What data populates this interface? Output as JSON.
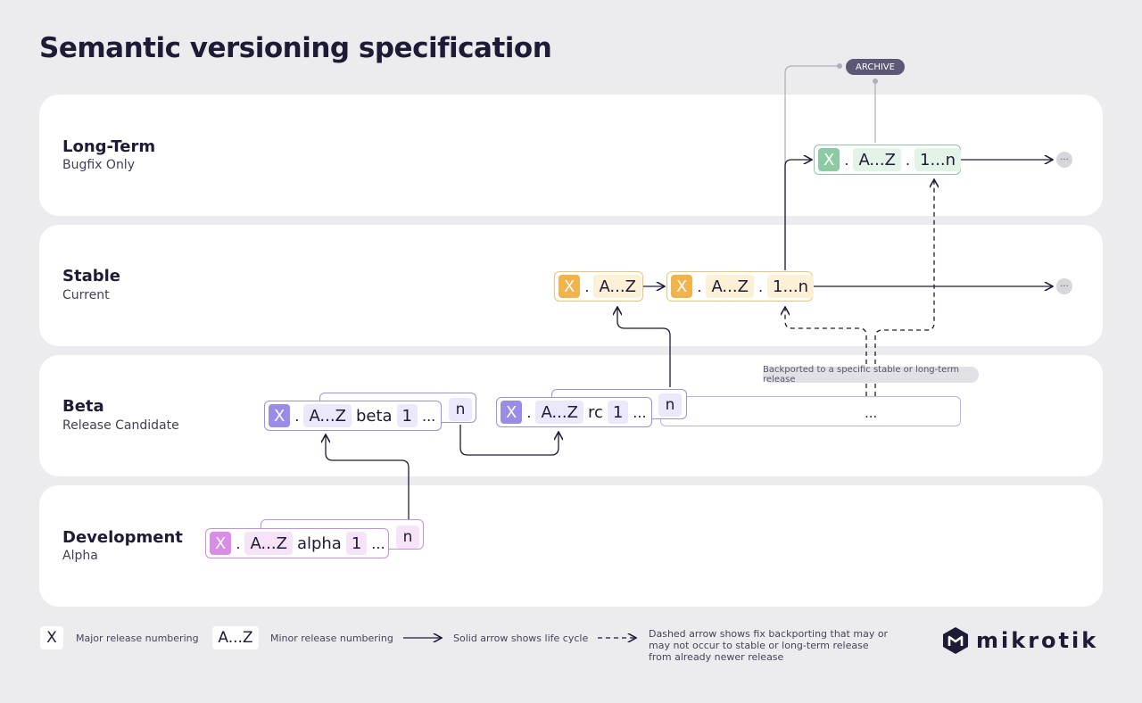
{
  "title": "Semantic versioning specification",
  "lanes": [
    {
      "name": "Long-Term",
      "subtitle": "Bugfix Only"
    },
    {
      "name": "Stable",
      "subtitle": "Current"
    },
    {
      "name": "Beta",
      "subtitle": "Release Candidate"
    },
    {
      "name": "Development",
      "subtitle": "Alpha"
    }
  ],
  "version_parts": {
    "major": "X",
    "dot": ".",
    "minor": "A...Z",
    "alpha": "alpha",
    "beta": "beta",
    "rc": "rc",
    "one": "1",
    "n": "n",
    "ellipsis": "...",
    "patch": "1...n"
  },
  "more": "···",
  "archive_label": "ARCHIVE",
  "backport_note": "Backported to a specific stable or long-term release",
  "legend": {
    "major_symbol": "X",
    "major_text": "Major release numbering",
    "minor_symbol": "A...Z",
    "minor_text": "Minor release numbering",
    "solid_text": "Solid arrow shows life cycle",
    "dashed_text_1": "Dashed arrow shows fix backporting that may or",
    "dashed_text_2": "may not occur to stable or long-term release",
    "dashed_text_3": "from already newer release"
  },
  "brand": "mikrotik",
  "colors": {
    "development": "#d98de6",
    "beta": "#9a8be6",
    "stable": "#f1b34c",
    "long_term": "#8ccaa3",
    "archive": "#5c5875"
  }
}
